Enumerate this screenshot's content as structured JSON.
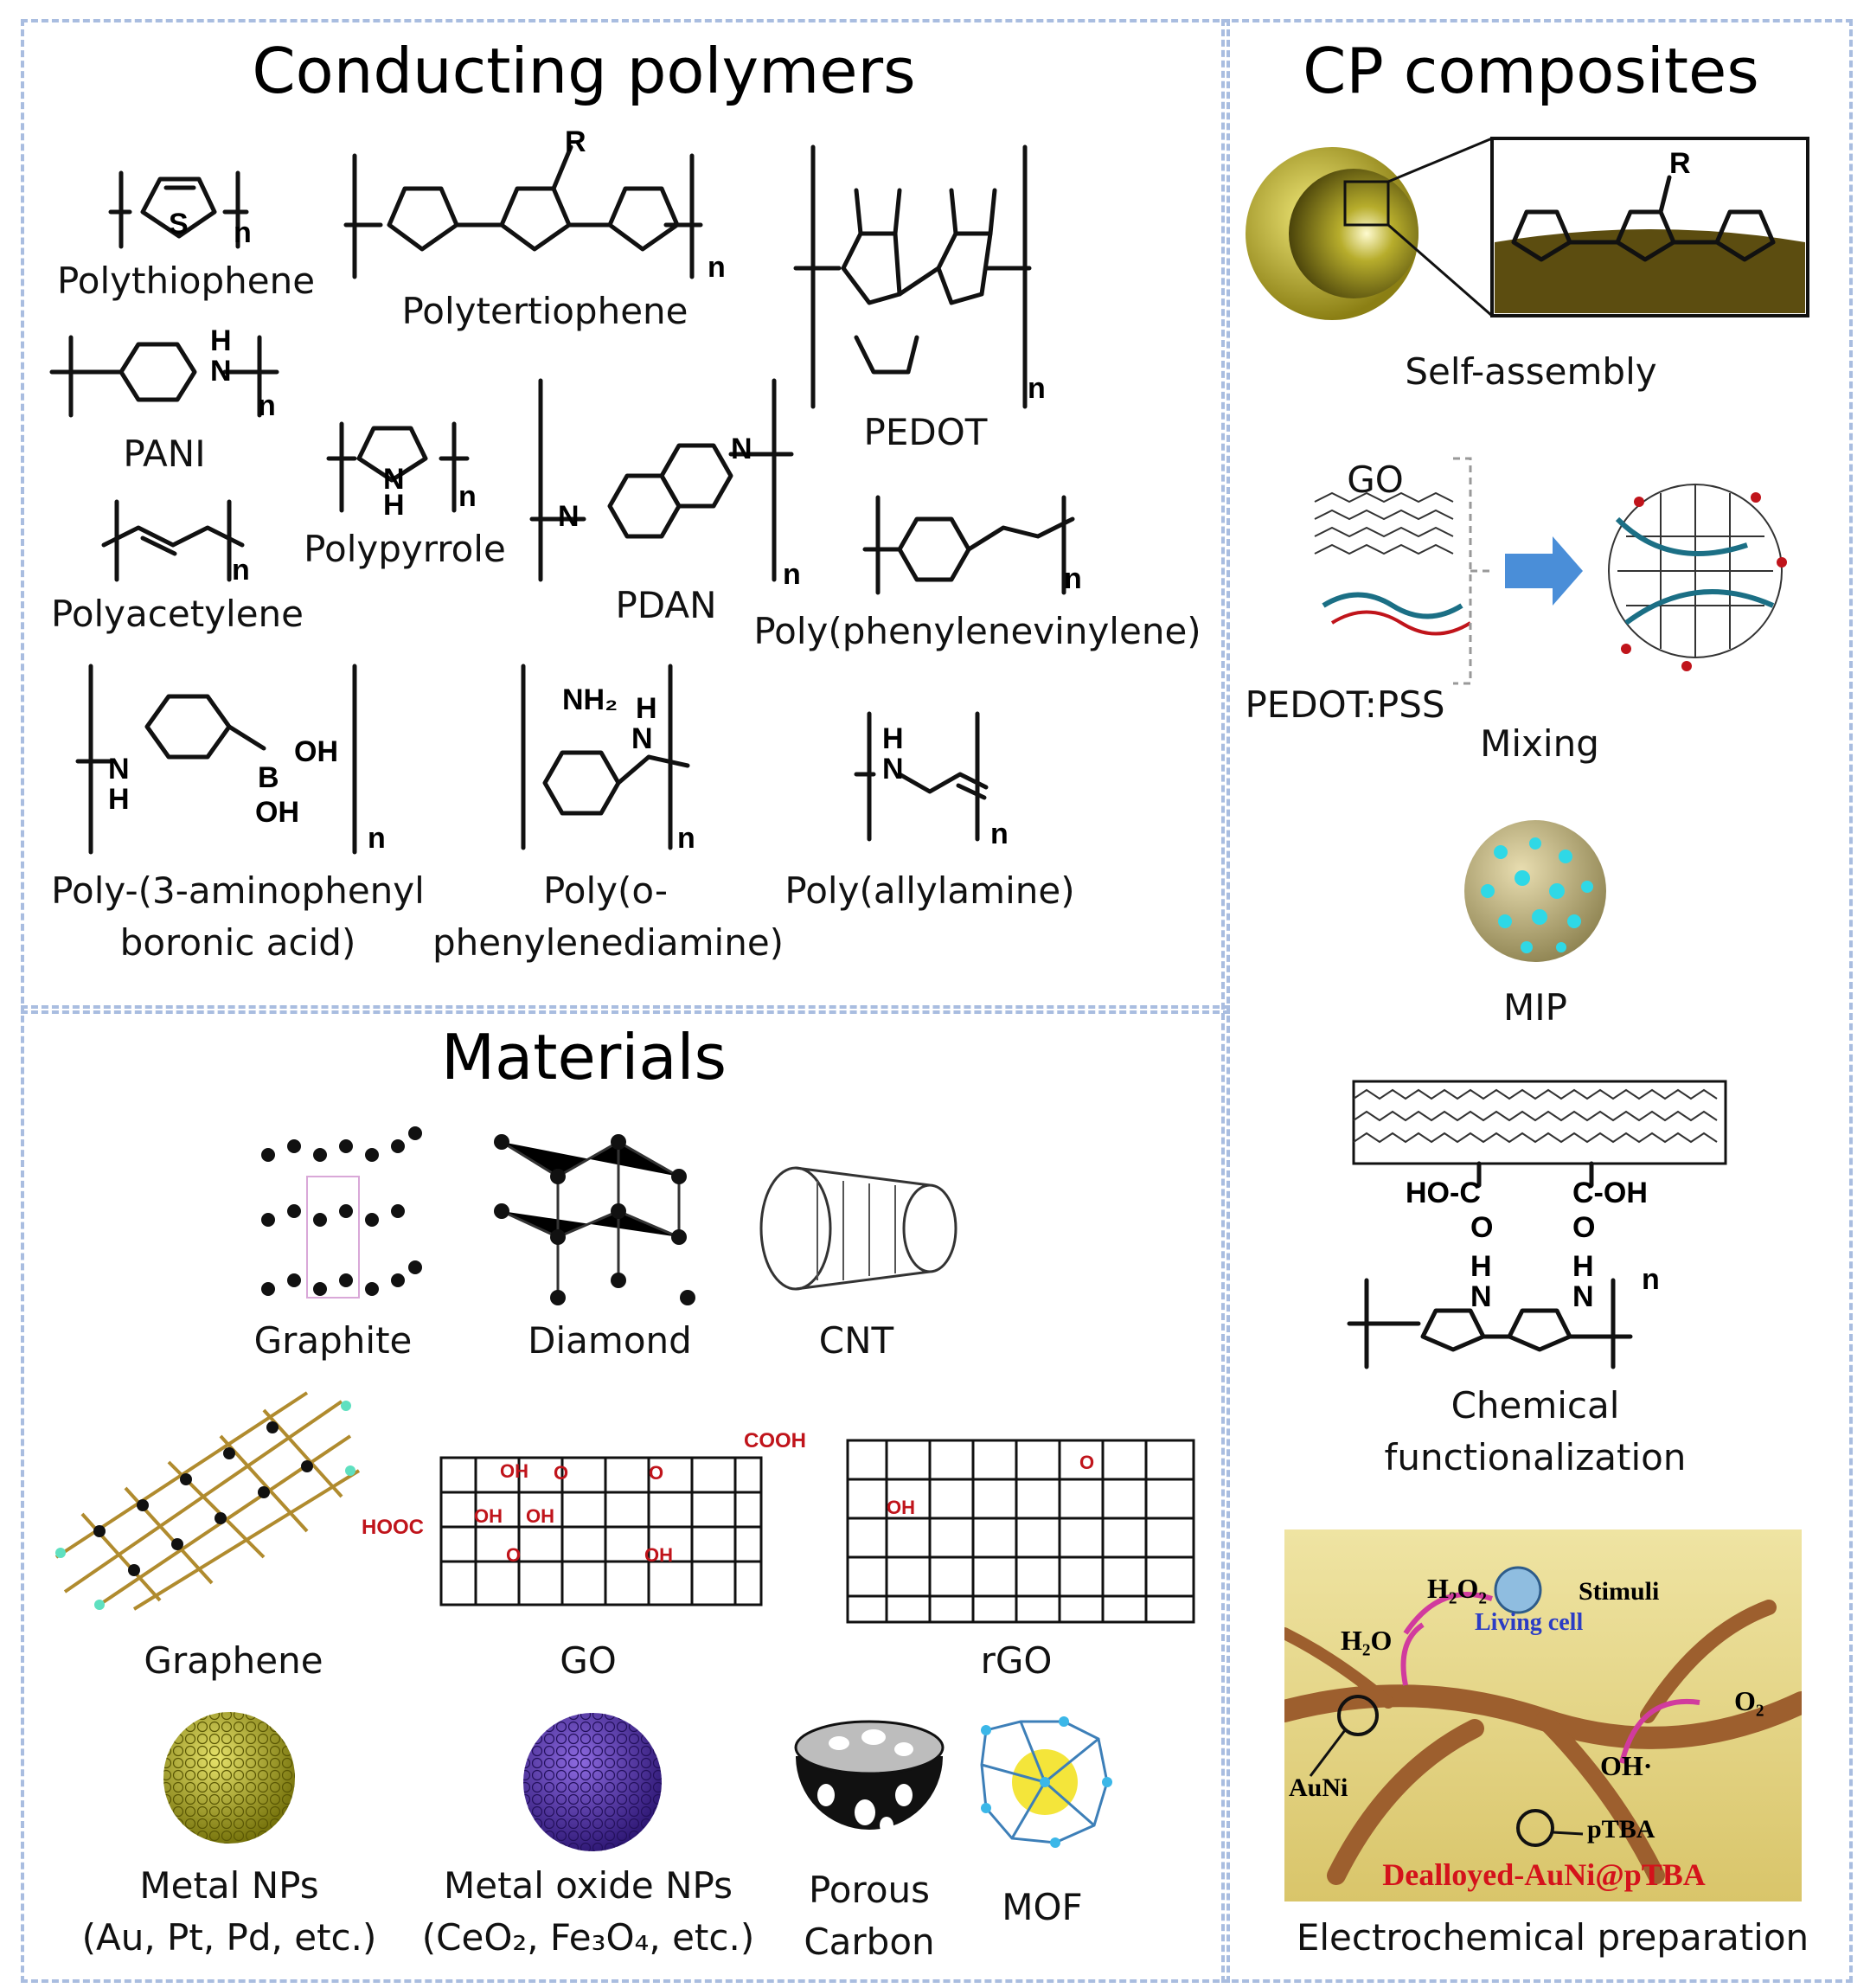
{
  "sections": {
    "conducting_polymers": "Conducting polymers",
    "cp_composites": "CP composites",
    "materials": "Materials"
  },
  "polymers": {
    "polythiophene": "Polythiophene",
    "polytertiophene": "Polytertiophene",
    "pedot": "PEDOT",
    "pani": "PANI",
    "polypyrrole": "Polypyrrole",
    "pdan": "PDAN",
    "polyacetylene": "Polyacetylene",
    "ppv": "Poly(phenylenevinylene)",
    "papba_1": "Poly-(3-aminophenyl",
    "papba_2": "boronic acid)",
    "popd_1": "Poly(o-",
    "popd_2": "phenylenediamine)",
    "paa": "Poly(allylamine)"
  },
  "atoms": {
    "S": "S",
    "N": "N",
    "H": "H",
    "O": "O",
    "R": "R",
    "B": "B",
    "OH": "OH",
    "NH2": "NH₂",
    "n": "n",
    "HO_C": "HO-C",
    "C_OH": "C-OH",
    "COOH": "COOH",
    "HOOC": "HOOC"
  },
  "composites": {
    "self_assembly": "Self-assembly",
    "go": "GO",
    "pedot_pss": "PEDOT:PSS",
    "mixing": "Mixing",
    "mip": "MIP",
    "chem_func_1": "Chemical",
    "chem_func_2": "functionalization",
    "electrochem": "Electrochemical preparation",
    "h2o2": "H₂O₂",
    "stimuli": "Stimuli",
    "living_cell": "Living cell",
    "h2o": "H₂O",
    "o2": "O₂",
    "oh": "OH·",
    "auni": "AuNi",
    "ptba": "pTBA",
    "dealloyed": "Dealloyed-AuNi@pTBA"
  },
  "materials": {
    "graphite": "Graphite",
    "diamond": "Diamond",
    "cnt": "CNT",
    "graphene": "Graphene",
    "go": "GO",
    "rgo": "rGO",
    "metal_nps_1": "Metal NPs",
    "metal_nps_2": "(Au, Pt, Pd, etc.)",
    "metal_oxide_1": "Metal oxide NPs",
    "metal_oxide_2": "(CeO₂, Fe₃O₄, etc.)",
    "porous_1": "Porous",
    "porous_2": "Carbon",
    "mof": "MOF"
  }
}
